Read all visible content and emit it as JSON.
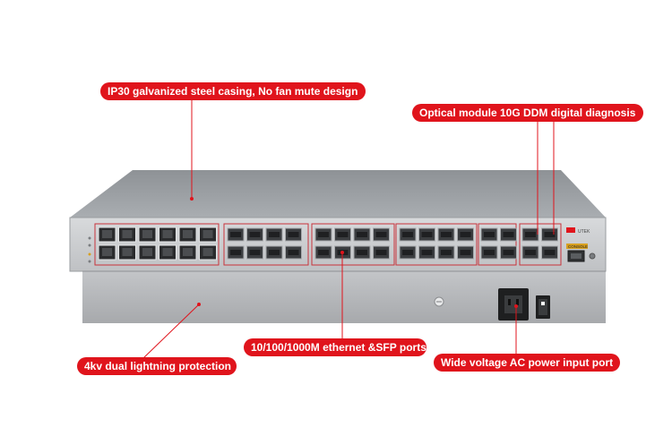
{
  "callouts": {
    "casing": "IP30 galvanized steel casing, No fan mute design",
    "optical": "Optical module 10G DDM digital diagnosis",
    "ports": "10/100/1000M ethernet &SFP ports",
    "lightning": "4kv dual lightning protection",
    "power": "Wide voltage AC power input port"
  },
  "device": {
    "logo_text": "UTEK",
    "console_label": "CONSOLE"
  },
  "colors": {
    "callout_red": "#e0141c",
    "chassis_top": "#9ea2a6",
    "chassis_front": "#c9cbce",
    "rear_body": "#b8babd",
    "port_border": "#c8323a"
  },
  "counts": {
    "rj45_ports": 12,
    "sfp_ports": 28,
    "sfp_plus_ports": 4
  }
}
